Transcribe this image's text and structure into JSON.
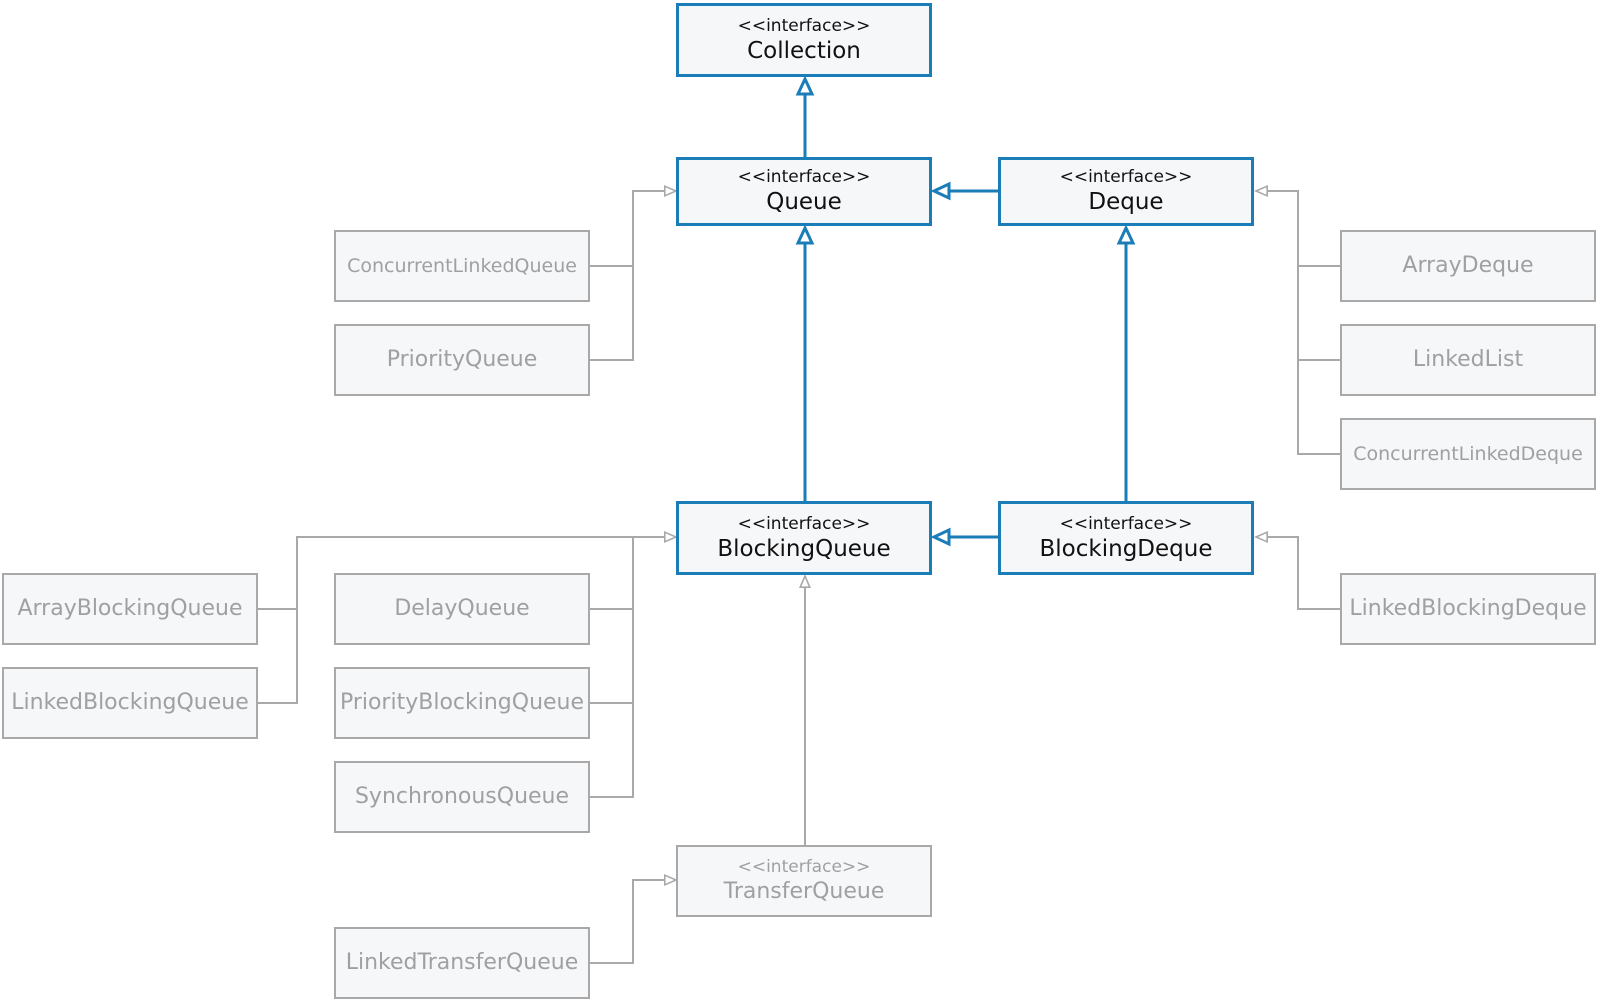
{
  "diagram": {
    "colors": {
      "interface_edge": "#1a7db8",
      "implementation_edge": "#a9a9a9",
      "box_fill": "#f6f7f9"
    },
    "stereotype": "<<interface>>",
    "interfaces": {
      "collection": "Collection",
      "queue": "Queue",
      "deque": "Deque",
      "blocking_queue": "BlockingQueue",
      "blocking_deque": "BlockingDeque",
      "transfer_queue": "TransferQueue"
    },
    "classes": {
      "concurrent_linked_queue": "ConcurrentLinkedQueue",
      "priority_queue": "PriorityQueue",
      "array_deque": "ArrayDeque",
      "linked_list": "LinkedList",
      "concurrent_linked_deque": "ConcurrentLinkedDeque",
      "array_blocking_queue": "ArrayBlockingQueue",
      "linked_blocking_queue": "LinkedBlockingQueue",
      "delay_queue": "DelayQueue",
      "priority_blocking_queue": "PriorityBlockingQueue",
      "synchronous_queue": "SynchronousQueue",
      "linked_blocking_deque": "LinkedBlockingDeque",
      "linked_transfer_queue": "LinkedTransferQueue"
    }
  }
}
